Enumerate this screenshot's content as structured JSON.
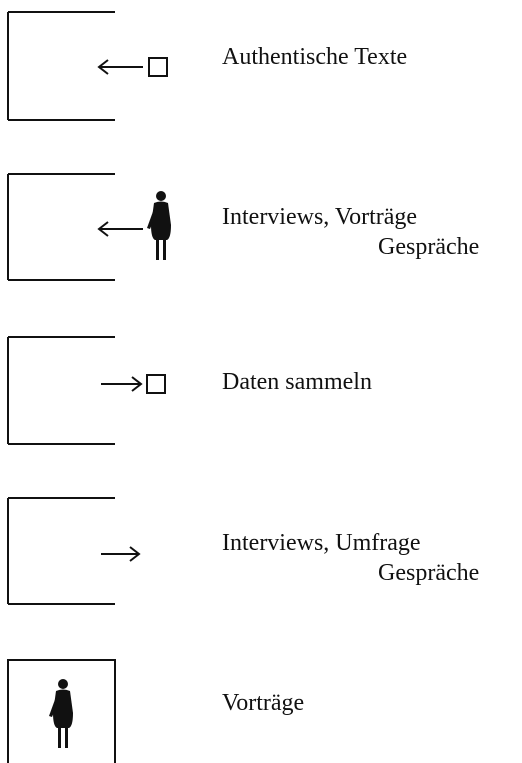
{
  "rows": [
    {
      "label_lines": [
        "Authentische Texte"
      ],
      "arrow": "left",
      "target": "box"
    },
    {
      "label_lines": [
        "Interviews, Vorträge",
        "Gespräche"
      ],
      "arrow": "left",
      "target": "person"
    },
    {
      "label_lines": [
        "Daten sammeln"
      ],
      "arrow": "right",
      "target": "box"
    },
    {
      "label_lines": [
        "Interviews, Umfrage",
        "Gespräche"
      ],
      "arrow": "right",
      "target": "none"
    },
    {
      "label_lines": [
        "Vorträge"
      ],
      "arrow": "none",
      "target": "person-inside"
    }
  ]
}
